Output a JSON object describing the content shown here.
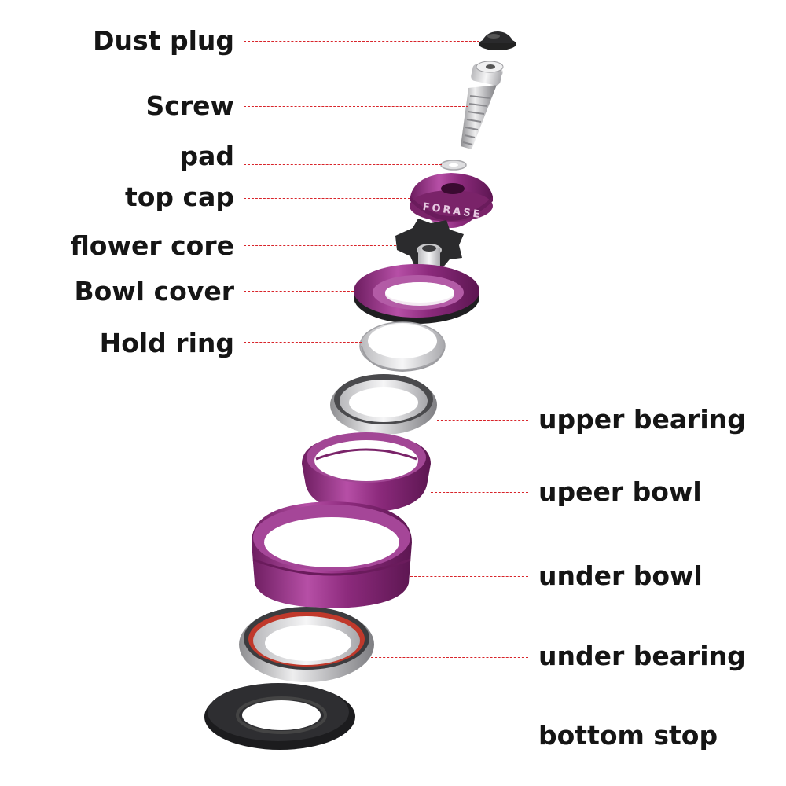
{
  "labels": {
    "dust_plug": "Dust plug",
    "screw": "Screw",
    "pad": "pad",
    "top_cap": "top cap",
    "flower_core": "flower core",
    "bowl_cover": "Bowl cover",
    "hold_ring": "Hold  ring",
    "upper_bearing": "upper bearing",
    "upper_bowl": "upeer bowl",
    "under_bowl": "under bowl",
    "under_bearing": "under bearing",
    "bottom_stop": "bottom stop"
  },
  "logo_text": "FORASE",
  "colors": {
    "anodized": "#8b2a7a",
    "anodized_light": "#c46bb6",
    "leader": "#d8242a",
    "steel": "#c9c9cb",
    "black": "#1c1c1e",
    "bearing_seal": "#c0392b"
  }
}
